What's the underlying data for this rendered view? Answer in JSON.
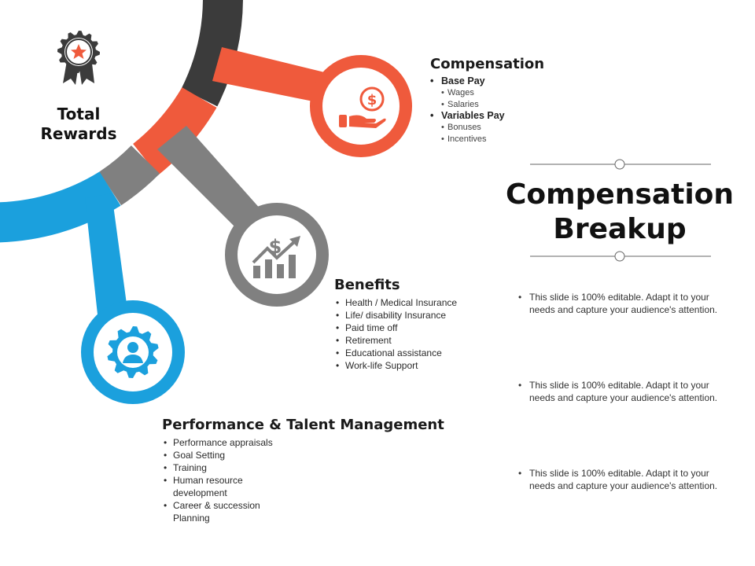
{
  "colors": {
    "dark": "#3b3b3b",
    "orange": "#ef5a3c",
    "gray": "#808080",
    "blue": "#1ba0dd",
    "text": "#1a1a1a"
  },
  "total_rewards": {
    "title": "Total Rewards",
    "icon": "award-ribbon-icon"
  },
  "compensation": {
    "title": "Compensation",
    "icon": "hand-dollar-coin-icon",
    "items": [
      {
        "label": "Base Pay",
        "sub": [
          "Wages",
          "Salaries"
        ]
      },
      {
        "label": "Variables Pay",
        "sub": [
          "Bonuses",
          "Incentives"
        ]
      }
    ]
  },
  "benefits": {
    "title": "Benefits",
    "icon": "dollar-growth-chart-icon",
    "items": [
      "Health / Medical Insurance",
      "Life/ disability Insurance",
      "Paid time off",
      "Retirement",
      "Educational assistance",
      "Work-life Support"
    ]
  },
  "performance": {
    "title": "Performance & Talent Management",
    "icon": "gear-person-icon",
    "items": [
      "Performance appraisals",
      "Goal Setting",
      "Training",
      "Human resource development",
      "Career & succession Planning"
    ]
  },
  "heading": {
    "line1": "Compensation",
    "line2": "Breakup"
  },
  "notes": [
    "This slide is 100% editable. Adapt it to your needs and capture your audience's attention.",
    "This slide is 100% editable. Adapt it to your needs and capture your audience's attention.",
    "This slide is 100% editable. Adapt it to your needs and capture your audience's attention."
  ]
}
